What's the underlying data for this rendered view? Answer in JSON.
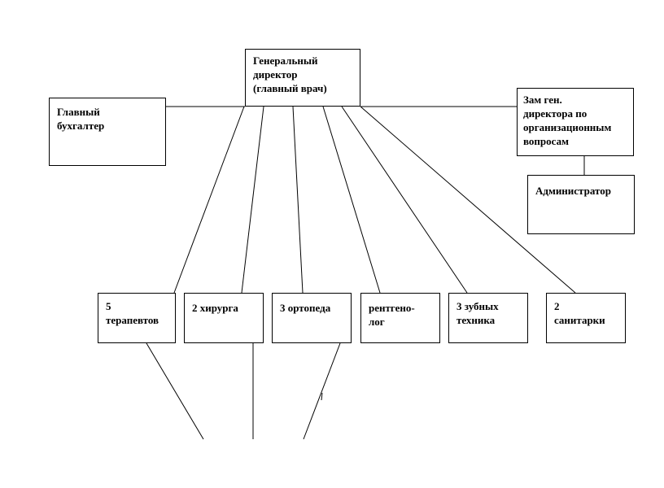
{
  "nodes": {
    "general_director": "Генеральный\nдиректор\n(главный врач)",
    "chief_accountant": "Главный\nбухгалтер",
    "deputy_director": "Зам ген.\nдиректора по\nорганизационным\nвопросам",
    "administrator": "Администратор",
    "therapists": "5\nтерапевтов",
    "surgeons": "2 хирурга",
    "orthopedists": "3 ортопеда",
    "radiologist": "рентгено-\nлог",
    "dental_technicians": "3 зубных\nтехника",
    "orderlies": "2\nсанитарки"
  },
  "colors": {
    "line": "#000000",
    "box_border": "#000000",
    "background": "#ffffff"
  }
}
